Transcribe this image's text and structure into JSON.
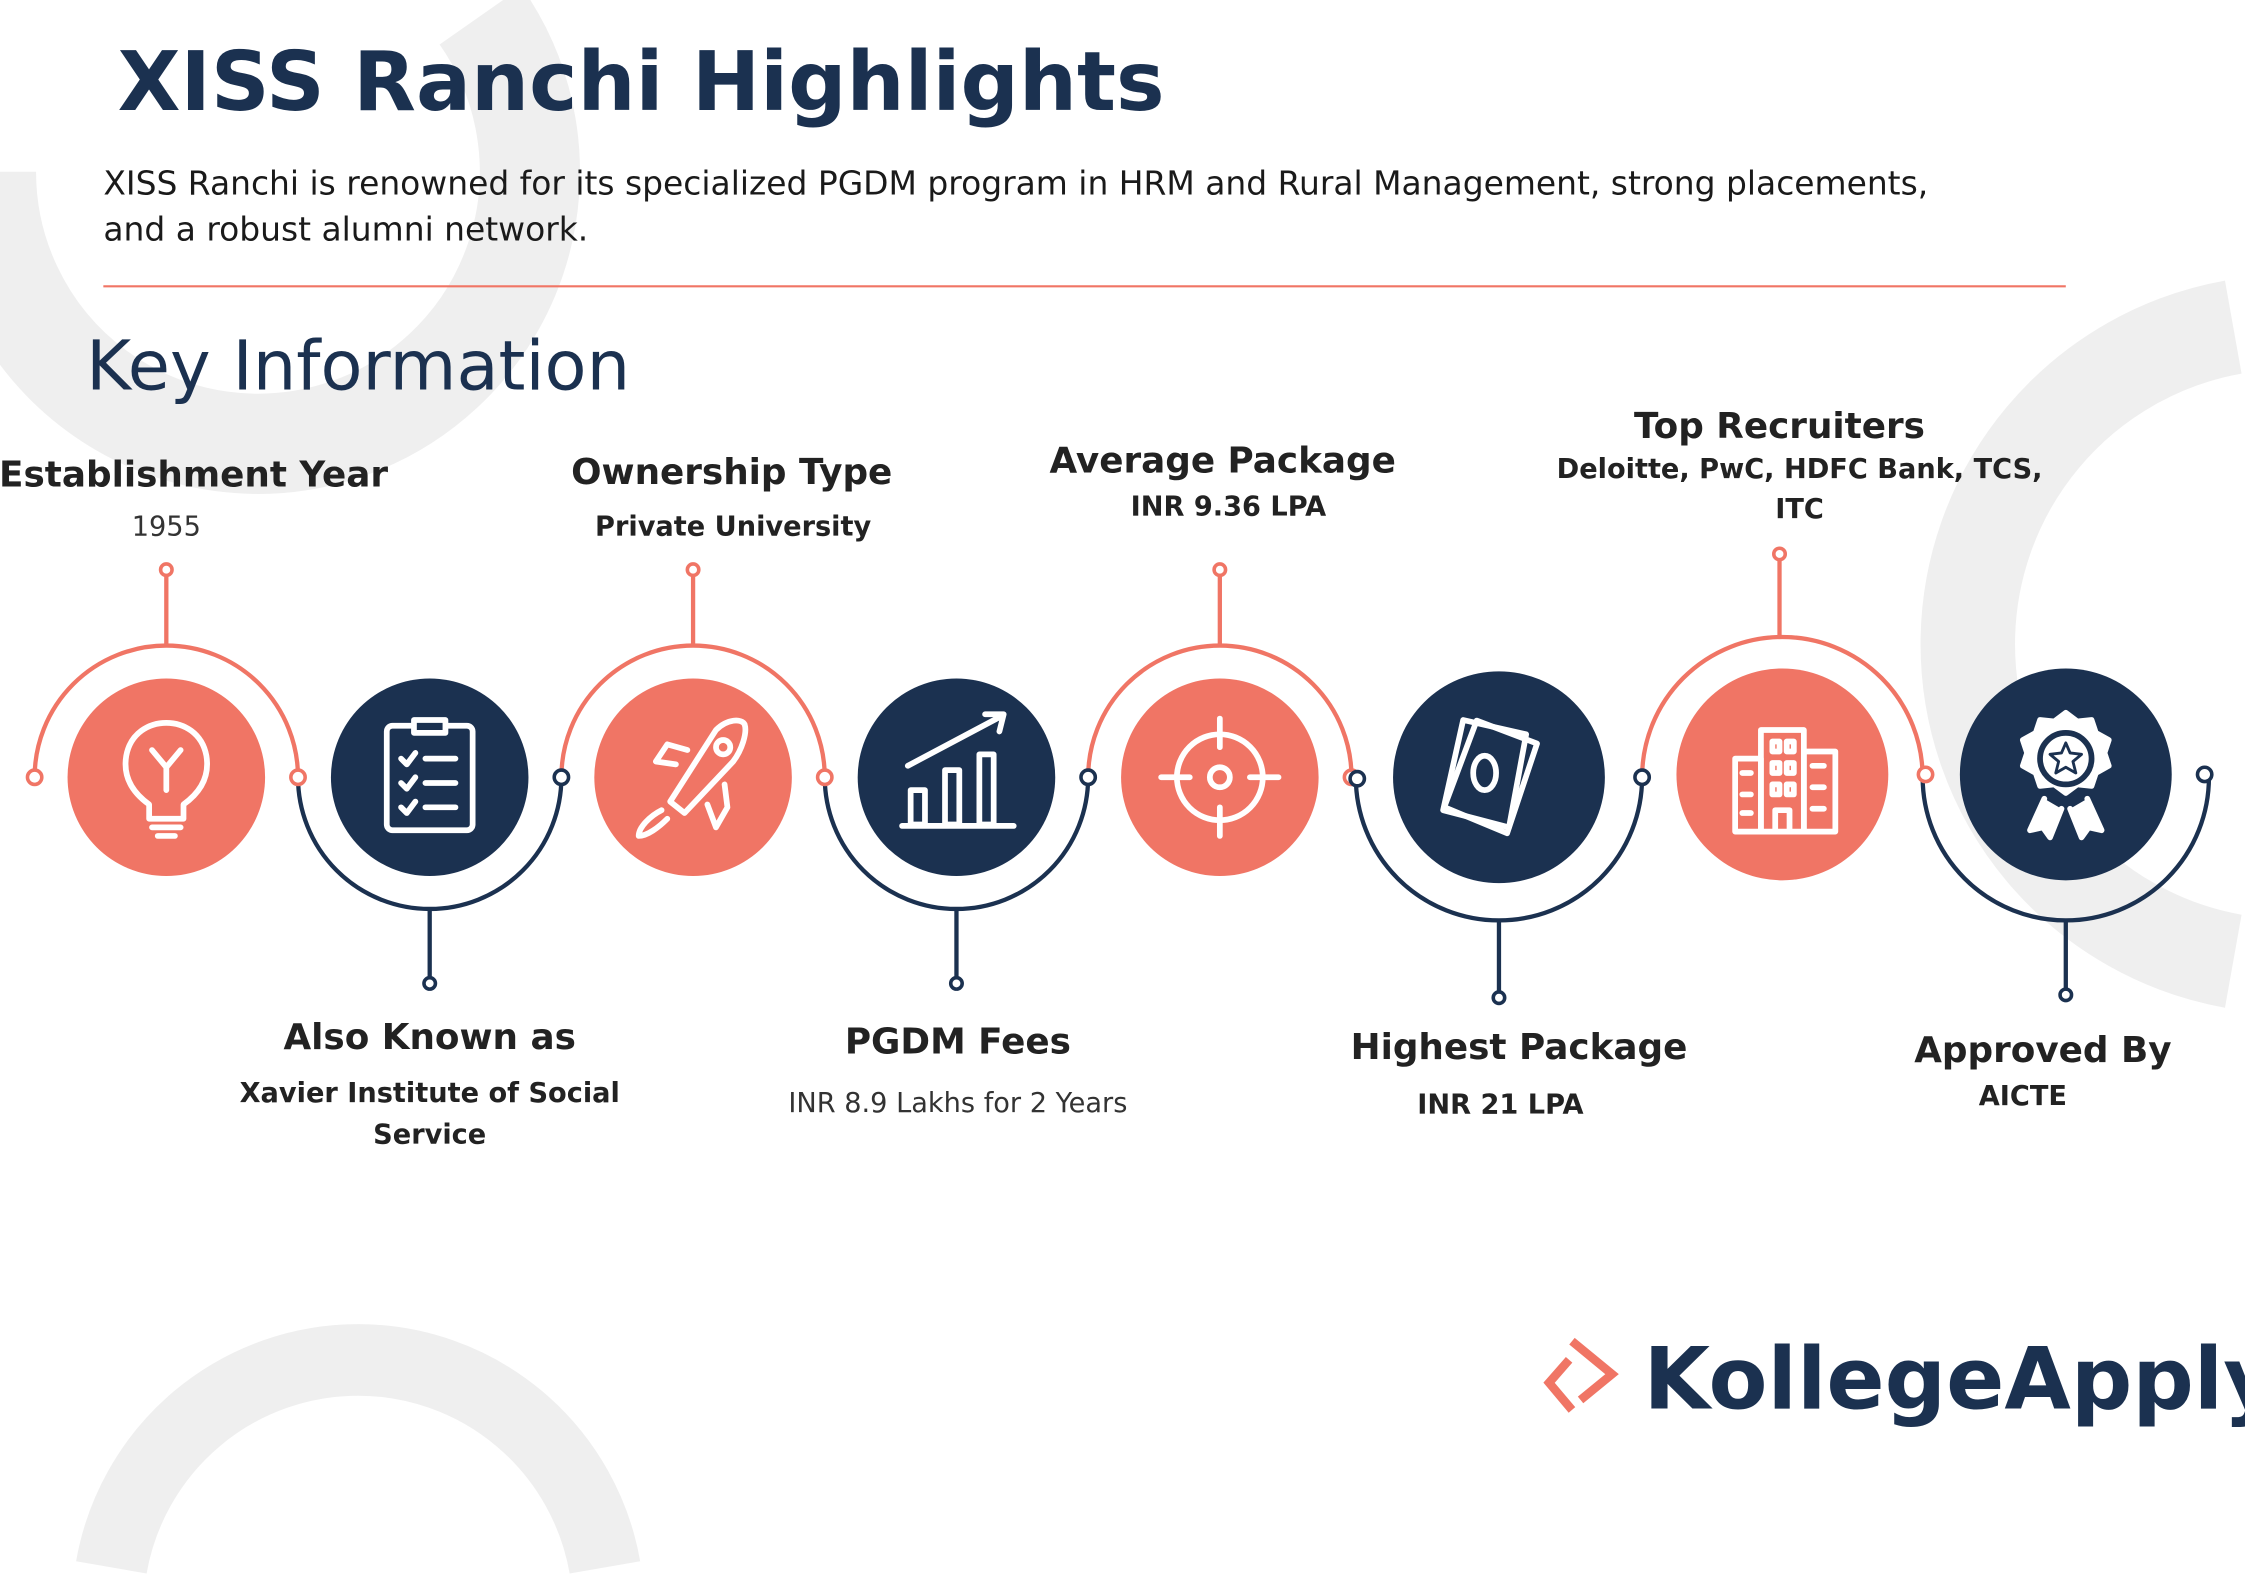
{
  "header": {
    "title": "XISS Ranchi Highlights",
    "description_line1": "XISS Ranchi is renowned for its specialized PGDM program in HRM and Rural Management, strong placements,",
    "description_line2": "and a robust alumni network."
  },
  "section_title": "Key Information",
  "items": [
    {
      "label": "Establishment Year",
      "value": "1955",
      "icon": "lightbulb-icon"
    },
    {
      "label": "Also Known as",
      "value_line1": "Xavier Institute of Social",
      "value_line2": "Service",
      "icon": "clipboard-checklist-icon"
    },
    {
      "label": "Ownership Type",
      "value": "Private University",
      "icon": "rocket-icon"
    },
    {
      "label": "PGDM Fees",
      "value": "INR 8.9 Lakhs for 2 Years",
      "icon": "bar-chart-growth-icon"
    },
    {
      "label": "Average Package",
      "value": "INR 9.36 LPA",
      "icon": "target-icon"
    },
    {
      "label": "Highest Package",
      "value": "INR 21 LPA",
      "icon": "money-icon"
    },
    {
      "label": "Top Recruiters",
      "value_line1": "Deloitte, PwC, HDFC Bank, TCS,",
      "value_line2": "ITC",
      "icon": "building-icon"
    },
    {
      "label": "Approved By",
      "value": "AICTE",
      "icon": "award-badge-icon"
    }
  ],
  "brand": {
    "name": "KollegeApply"
  },
  "colors": {
    "navy": "#1b3150",
    "coral": "#f07565",
    "background_arc": "#efefef"
  }
}
